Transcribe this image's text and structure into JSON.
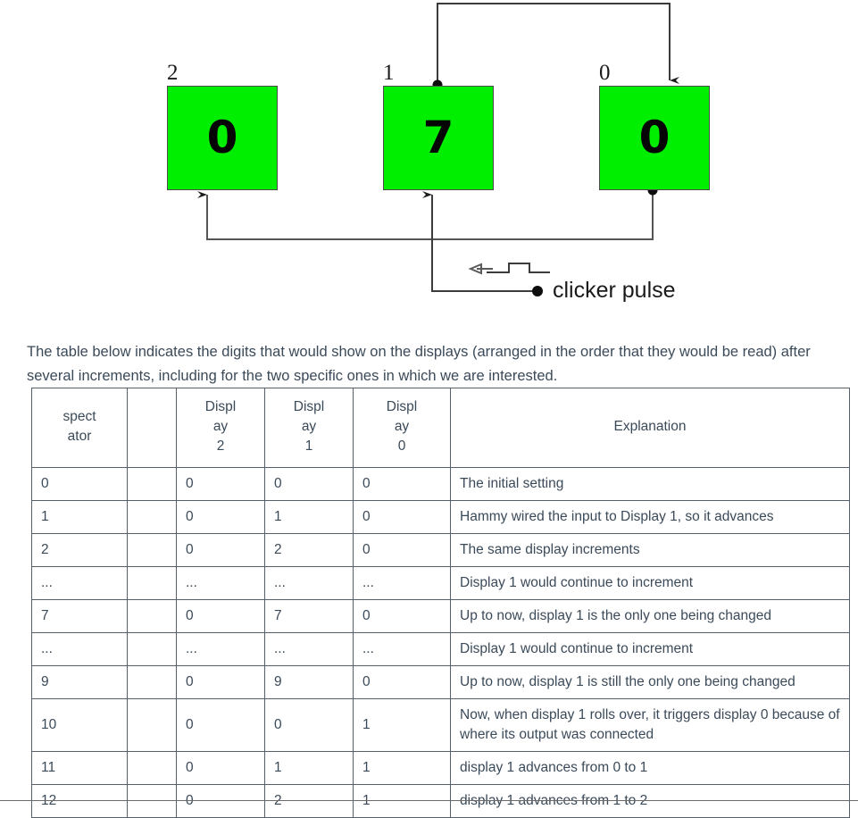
{
  "diagram": {
    "displays": [
      {
        "label": "2",
        "digit": "0"
      },
      {
        "label": "1",
        "digit": "7"
      },
      {
        "label": "0",
        "digit": "0"
      }
    ],
    "clicker_label": "clicker pulse",
    "box_color": "#00ee00",
    "wire_color": "#3c3c3c"
  },
  "intro": {
    "paragraph": "The table below indicates the digits that would show on the displays (arranged in the order that they would be read) after several increments, including for the two specific ones in which we are interested."
  },
  "table": {
    "headers": [
      "spect ator",
      "",
      "Displ ay 2",
      "Displ ay 1",
      "Displ ay 0",
      "Explanation"
    ],
    "rows": [
      {
        "spectator": "0",
        "gap": "",
        "d2": "0",
        "d1": "0",
        "d0": "0",
        "explanation": "The initial setting"
      },
      {
        "spectator": "1",
        "gap": "",
        "d2": "0",
        "d1": "1",
        "d0": "0",
        "explanation": "Hammy wired the input to Display 1, so it advances"
      },
      {
        "spectator": "2",
        "gap": "",
        "d2": "0",
        "d1": "2",
        "d0": "0",
        "explanation": "The same display increments"
      },
      {
        "spectator": "...",
        "gap": "",
        "d2": "...",
        "d1": "...",
        "d0": "...",
        "explanation": "Display 1 would continue to increment"
      },
      {
        "spectator": "7",
        "gap": "",
        "d2": "0",
        "d1": "7",
        "d0": "0",
        "explanation": "Up to now, display 1 is the only one being changed"
      },
      {
        "spectator": "...",
        "gap": "",
        "d2": "...",
        "d1": "...",
        "d0": "...",
        "explanation": "Display 1 would continue to increment"
      },
      {
        "spectator": "9",
        "gap": "",
        "d2": "0",
        "d1": "9",
        "d0": "0",
        "explanation": "Up to now, display 1 is still the only one being changed"
      },
      {
        "spectator": "10",
        "gap": "",
        "d2": "0",
        "d1": "0",
        "d0": "1",
        "explanation": "Now, when display 1 rolls over, it triggers display 0 because of where its output was connected"
      },
      {
        "spectator": "11",
        "gap": "",
        "d2": "0",
        "d1": "1",
        "d0": "1",
        "explanation": "display 1 advances from 0 to 1"
      },
      {
        "spectator": "12",
        "gap": "",
        "d2": "0",
        "d1": "2",
        "d0": "1",
        "explanation": "display 1 advances from 1 to 2"
      }
    ]
  }
}
